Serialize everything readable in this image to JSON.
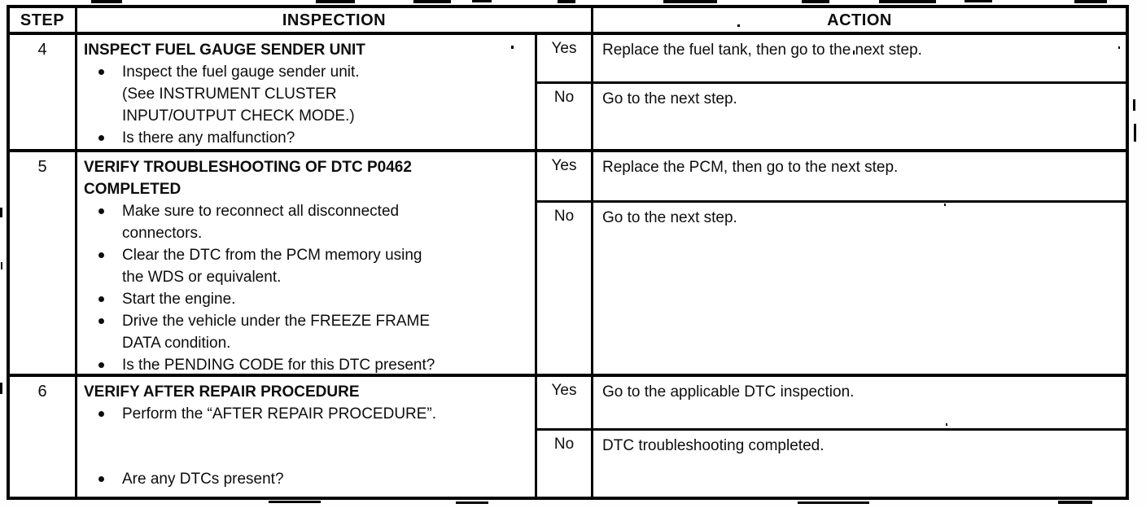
{
  "colors": {
    "ink": "#0d0d0d",
    "paper": "#ffffff",
    "line": "#050505"
  },
  "header": {
    "step": "STEP",
    "inspection": "INSPECTION",
    "action": "ACTION"
  },
  "steps": [
    {
      "number": "4",
      "title": "INSPECT FUEL GAUGE SENDER UNIT",
      "bullets": [
        "Inspect the fuel gauge sender unit.\n(See INSTRUMENT CLUSTER\nINPUT/OUTPUT CHECK MODE.)",
        "Is there any malfunction?"
      ],
      "yes": {
        "label": "Yes",
        "action": "Replace the fuel tank, then go to the next step."
      },
      "no": {
        "label": "No",
        "action": "Go to the next step."
      }
    },
    {
      "number": "5",
      "title": "VERIFY TROUBLESHOOTING OF DTC P0462\nCOMPLETED",
      "bullets": [
        "Make sure to reconnect all disconnected\nconnectors.",
        "Clear the DTC from the PCM memory using\nthe WDS or equivalent.",
        "Start the engine.",
        "Drive the vehicle under the FREEZE FRAME\nDATA condition.",
        "Is the PENDING CODE for this DTC present?"
      ],
      "yes": {
        "label": "Yes",
        "action": "Replace the PCM, then go to the next step."
      },
      "no": {
        "label": "No",
        "action": "Go to the next step."
      }
    },
    {
      "number": "6",
      "title": "VERIFY AFTER REPAIR PROCEDURE",
      "bullets": [
        "Perform the “AFTER REPAIR PROCEDURE”.",
        "Are any DTCs present?"
      ],
      "yes": {
        "label": "Yes",
        "action": "Go to the applicable DTC inspection."
      },
      "no": {
        "label": "No",
        "action": "DTC troubleshooting completed."
      }
    }
  ]
}
